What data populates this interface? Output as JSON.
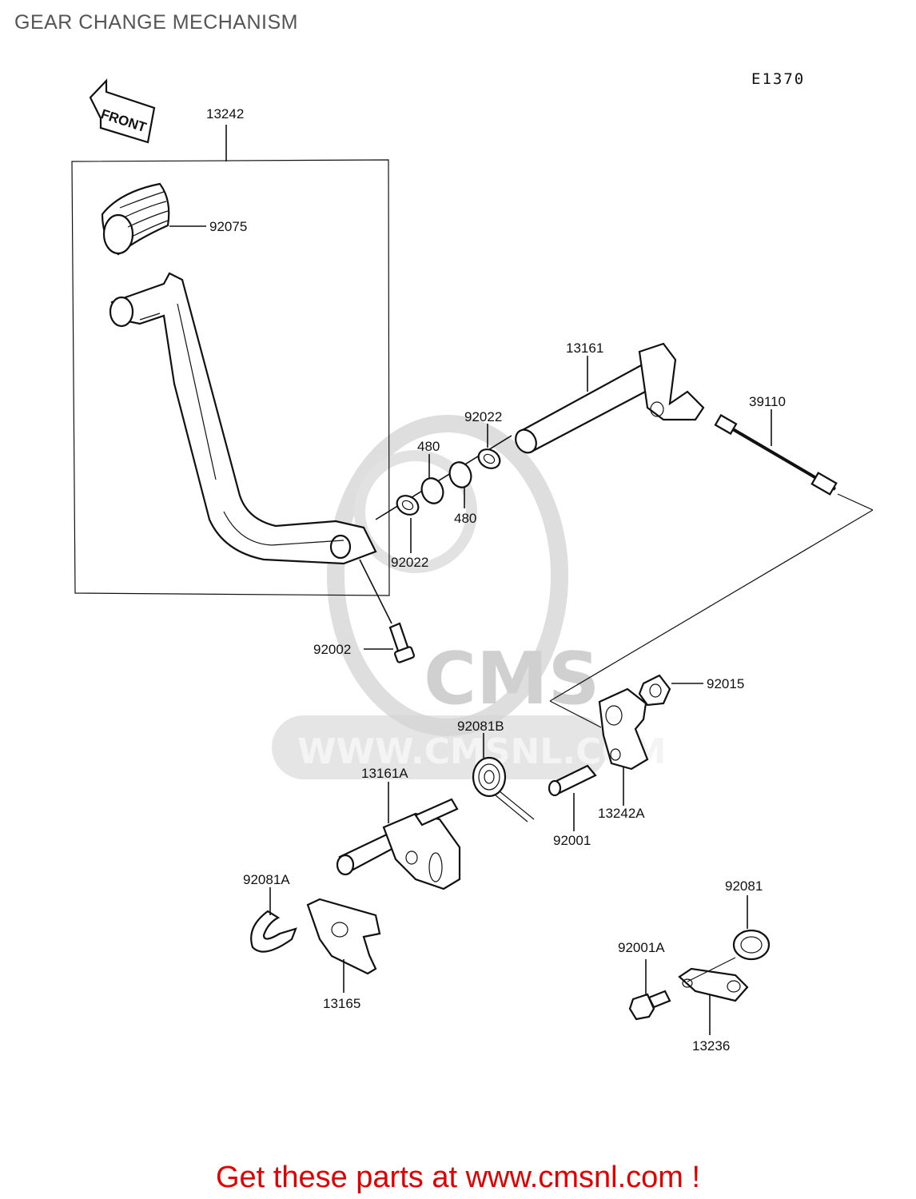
{
  "title": "GEAR CHANGE MECHANISM",
  "diagram_code": "E1370",
  "front_label": "FRONT",
  "watermark": {
    "logo_text": "CMS",
    "url_text": "WWW.CMSNL.COM"
  },
  "parts": {
    "p13242": "13242",
    "p92075": "92075",
    "p13161": "13161",
    "p39110": "39110",
    "p92022a": "92022",
    "p480a": "480",
    "p480b": "480",
    "p92022b": "92022",
    "p92002": "92002",
    "p92015": "92015",
    "p92081B": "92081B",
    "p13161A": "13161A",
    "p13242A": "13242A",
    "p92001": "92001",
    "p92081A": "92081A",
    "p92081": "92081",
    "p92001A": "92001A",
    "p13165": "13165",
    "p13236": "13236"
  },
  "footer": "Get these parts at www.cmsnl.com !",
  "colors": {
    "footer": "#e00000",
    "title": "#555555",
    "watermark": "#d0d0d0"
  }
}
